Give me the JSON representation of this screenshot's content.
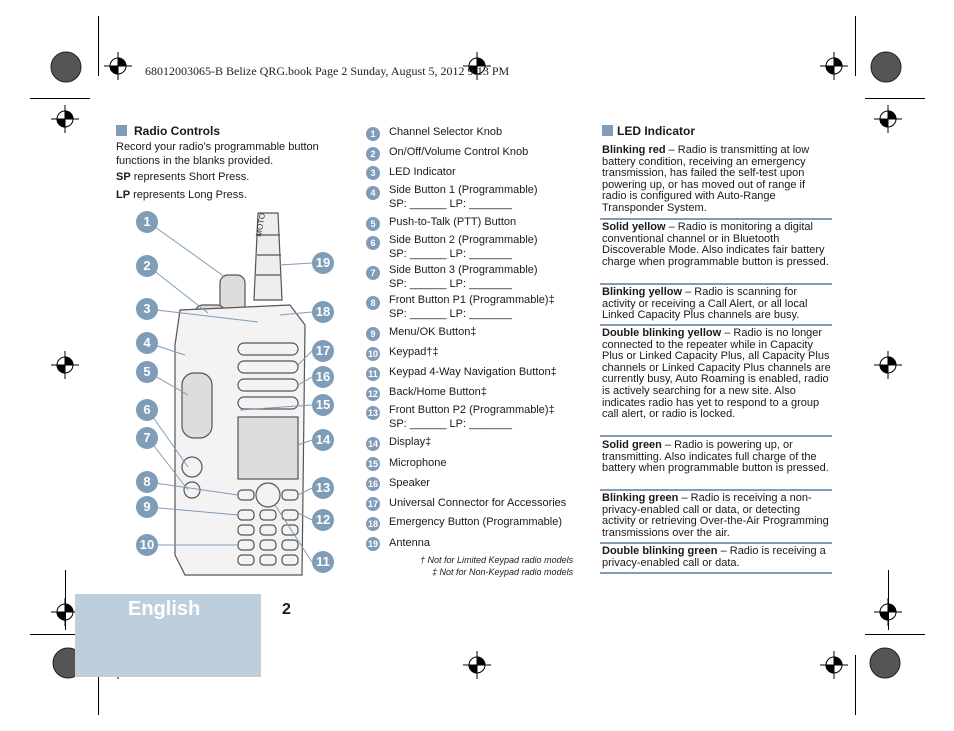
{
  "header": {
    "text": "68012003065-B Belize QRG.book  Page 2  Sunday, August 5, 2012  9:13 PM"
  },
  "radio_controls": {
    "title": "Radio Controls",
    "intro": "Record your radio’s programmable button functions in the blanks provided.",
    "sp_abbr": "SP",
    "sp_text": " represents Short Press.",
    "lp_abbr": "LP",
    "lp_text": " represents Long Press."
  },
  "controls": [
    {
      "num": "1",
      "label": "Channel Selector Knob"
    },
    {
      "num": "2",
      "label": "On/Off/Volume Control Knob"
    },
    {
      "num": "3",
      "label": "LED Indicator"
    },
    {
      "num": "4",
      "label": "Side Button 1 (Programmable)",
      "blanks": "SP: ______ LP: _______"
    },
    {
      "num": "5",
      "label": "Push-to-Talk (PTT) Button"
    },
    {
      "num": "6",
      "label": "Side Button 2 (Programmable)",
      "blanks": "SP: ______ LP: _______"
    },
    {
      "num": "7",
      "label": "Side Button 3 (Programmable)",
      "blanks": "SP: ______ LP: _______"
    },
    {
      "num": "8",
      "label": "Front Button P1 (Programmable)‡",
      "blanks": "SP: ______ LP: _______"
    },
    {
      "num": "9",
      "label": "Menu/OK Button‡"
    },
    {
      "num": "10",
      "label": "Keypad†‡"
    },
    {
      "num": "11",
      "label": "Keypad 4-Way Navigation Button‡"
    },
    {
      "num": "12",
      "label": "Back/Home Button‡"
    },
    {
      "num": "13",
      "label": "Front Button P2 (Programmable)‡",
      "blanks": "SP: ______ LP: _______"
    },
    {
      "num": "14",
      "label": "Display‡"
    },
    {
      "num": "15",
      "label": "Microphone"
    },
    {
      "num": "16",
      "label": "Speaker"
    },
    {
      "num": "17",
      "label": "Universal Connector for Accessories"
    },
    {
      "num": "18",
      "label": "Emergency Button (Programmable)"
    },
    {
      "num": "19",
      "label": "Antenna"
    }
  ],
  "footnotes": [
    "† Not for Limited Keypad radio models",
    "‡ Not for Non-Keypad radio models"
  ],
  "led": {
    "title": "LED Indicator",
    "entries": [
      {
        "term": "Blinking red",
        "desc": " – Radio is transmitting at low battery condition, receiving an emergency transmission, has failed the self-test upon powering up, or has moved out of range if radio is configured with Auto-Range Transponder System."
      },
      {
        "term": "Solid yellow",
        "desc": " – Radio is monitoring a digital conventional channel or in Bluetooth Discoverable Mode. Also indicates fair battery charge when programmable button is pressed."
      },
      {
        "term": "Blinking yellow",
        "desc": " – Radio is scanning for activity or receiving a Call Alert, or all local Linked Capacity Plus channels are busy."
      },
      {
        "term": "Double blinking yellow",
        "desc": " – Radio is no longer connected to the repeater while in Capacity Plus or Linked Capacity Plus, all Capacity Plus channels or Linked Capacity Plus channels are currently busy, Auto Roaming is enabled, radio is actively searching for a new site. Also indicates radio has yet to respond to a group call alert, or radio is locked."
      },
      {
        "term": "Solid green",
        "desc": " – Radio is powering up, or transmitting. Also indicates full charge of the battery when programmable button is pressed."
      },
      {
        "term": "Blinking green",
        "desc": " – Radio is receiving a non-privacy-enabled call or data, or detecting activity or retrieving Over-the-Air Programming transmissions over the air."
      },
      {
        "term": "Double blinking green",
        "desc": " – Radio is receiving a privacy-enabled call or data."
      }
    ]
  },
  "footer": {
    "language": "English",
    "page": "2"
  },
  "figure": {
    "antenna_brand": "MOTO",
    "callouts_left": [
      "1",
      "2",
      "3",
      "4",
      "5",
      "6",
      "7",
      "8",
      "9",
      "10"
    ],
    "callouts_right": [
      "19",
      "18",
      "17",
      "16",
      "15",
      "14",
      "13",
      "12",
      "11"
    ]
  },
  "colors": {
    "accent": "#7f9cb8",
    "tab": "#bdcfdd"
  }
}
